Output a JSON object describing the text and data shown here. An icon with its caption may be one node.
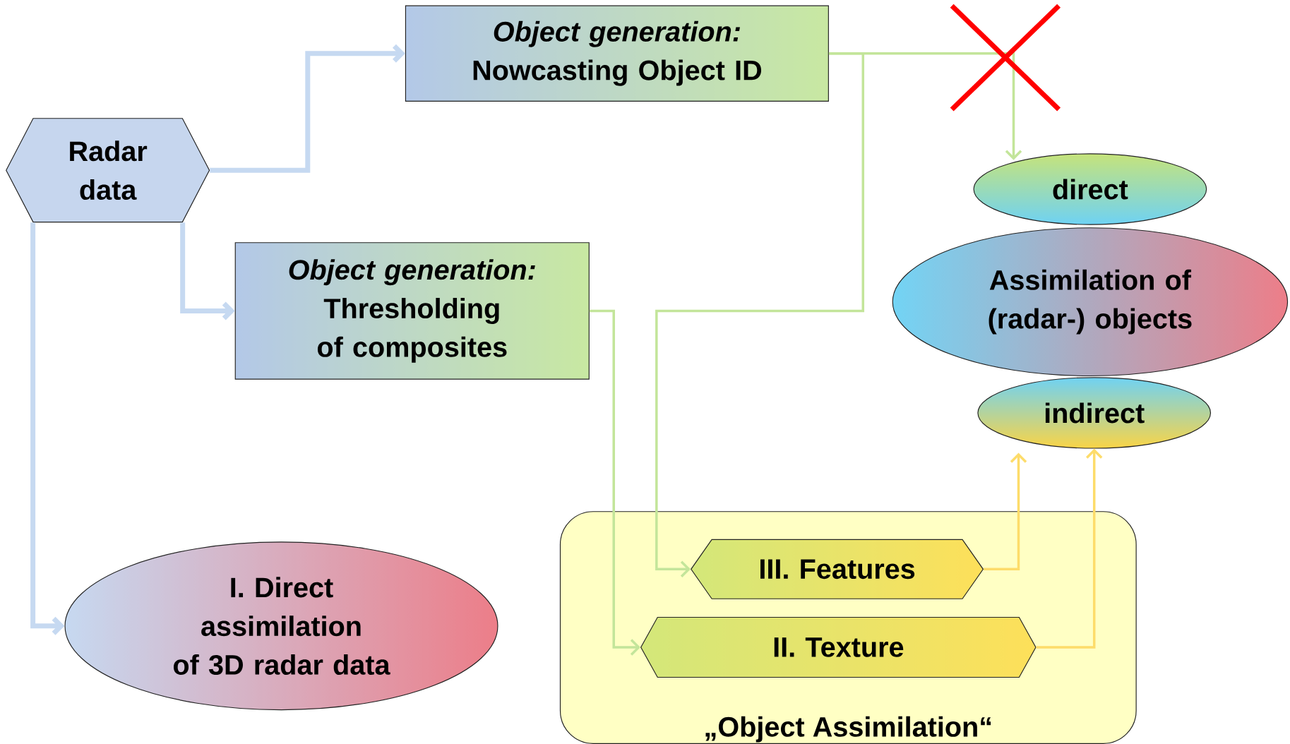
{
  "diagram": {
    "nodes": [
      {
        "text": [
          "Radar data"
        ]
      },
      {
        "text": [
          "Object generation:",
          "Nowcasting Object ID"
        ]
      },
      {
        "text": [
          "Object generation:",
          "Thresholding of composites"
        ]
      },
      {
        "text": [
          "direct"
        ]
      },
      {
        "text": [
          "Assimilation of (radar-) objects"
        ]
      },
      {
        "text": [
          "indirect"
        ]
      },
      {
        "text": [
          "„Object Assimilation“"
        ]
      },
      {
        "text": [
          "III. Features"
        ],
        "in": 6
      },
      {
        "text": [
          "II. Texture"
        ],
        "in": 6
      },
      {
        "text": [
          "I. Direct assimilation of 3D radar data"
        ]
      }
    ],
    "edges": [
      {
        "from": 0,
        "to": 1,
        "arrow": "to",
        "style": "thick",
        "color": "#c6d9f1"
      },
      {
        "from": 0,
        "to": 2,
        "arrow": "to",
        "style": "thick",
        "color": "#c6d9f1"
      },
      {
        "from": 0,
        "to": 9,
        "arrow": "to",
        "style": "thick",
        "color": "#c6d9f1"
      },
      {
        "from": 1,
        "to": 3,
        "arrow": "to",
        "color": "#c3e59a"
      },
      {
        "from": 1,
        "to": 7,
        "arrow": "to",
        "color": "#c3e59a"
      },
      {
        "from": 2,
        "to": 8,
        "arrow": "to",
        "color": "#c3e59a"
      },
      {
        "from": 7,
        "to": 5,
        "arrow": "to",
        "color": "#fddc6a"
      },
      {
        "from": 8,
        "to": 5,
        "arrow": "to",
        "color": "#fddc6a"
      }
    ]
  }
}
